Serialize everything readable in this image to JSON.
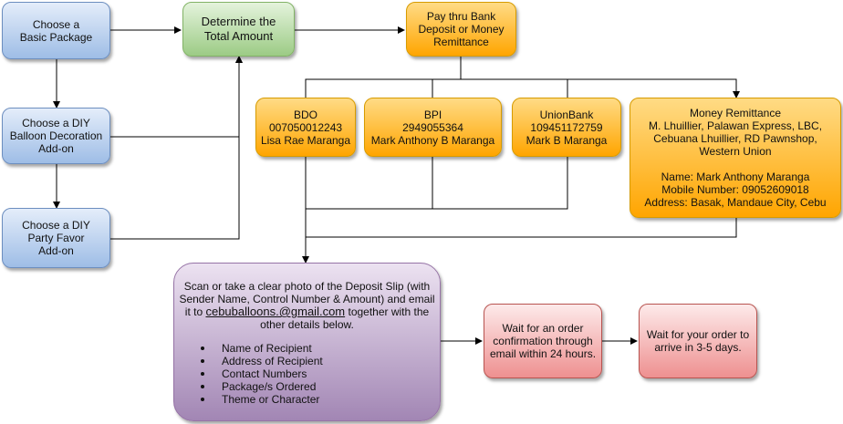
{
  "nodes": {
    "choose_basic": {
      "lines": [
        "Choose a",
        "Basic Package"
      ]
    },
    "choose_balloon": {
      "lines": [
        "Choose a DIY",
        "Balloon Decoration",
        "Add-on"
      ]
    },
    "choose_party": {
      "lines": [
        "Choose a DIY",
        "Party Favor",
        "Add-on"
      ]
    },
    "determine_total": {
      "lines": [
        "Determine the",
        "Total Amount"
      ]
    },
    "pay_thru": {
      "lines": [
        "Pay thru Bank",
        "Deposit or Money",
        "Remittance"
      ]
    },
    "bdo": {
      "lines": [
        "BDO",
        "007050012243",
        "Lisa Rae Maranga"
      ]
    },
    "bpi": {
      "lines": [
        "BPI",
        "2949055364",
        "Mark Anthony B Maranga"
      ]
    },
    "unionbank": {
      "lines": [
        "UnionBank",
        "109451172759",
        "Mark B Maranga"
      ]
    },
    "remittance": {
      "lines": [
        "Money Remittance",
        "M. Lhuillier, Palawan Express, LBC,",
        "Cebuana Lhuillier, RD Pawnshop,",
        "Western Union"
      ],
      "contact": [
        "Name: Mark Anthony Maranga",
        "Mobile Number: 09052609018",
        "Address: Basak, Mandaue City, Cebu"
      ]
    },
    "instructions": {
      "line1": "Scan or take a clear photo of the Deposit Slip (with",
      "line2": "Sender Name, Control Number & Amount) and email",
      "line3_prefix": "it to",
      "email": "cebuballoons.@gmail.com",
      "line3_suffix": "together with the",
      "line4": "other details below.",
      "details": [
        "Name of Recipient",
        "Address of Recipient",
        "Contact Numbers",
        "Package/s Ordered",
        "Theme or Character"
      ]
    },
    "wait_confirmation": {
      "lines": [
        "Wait for an order",
        "confirmation through",
        "email within 24 hours."
      ]
    },
    "wait_arrival": {
      "lines": [
        "Wait for your order to",
        "arrive in 3-5 days."
      ]
    }
  }
}
